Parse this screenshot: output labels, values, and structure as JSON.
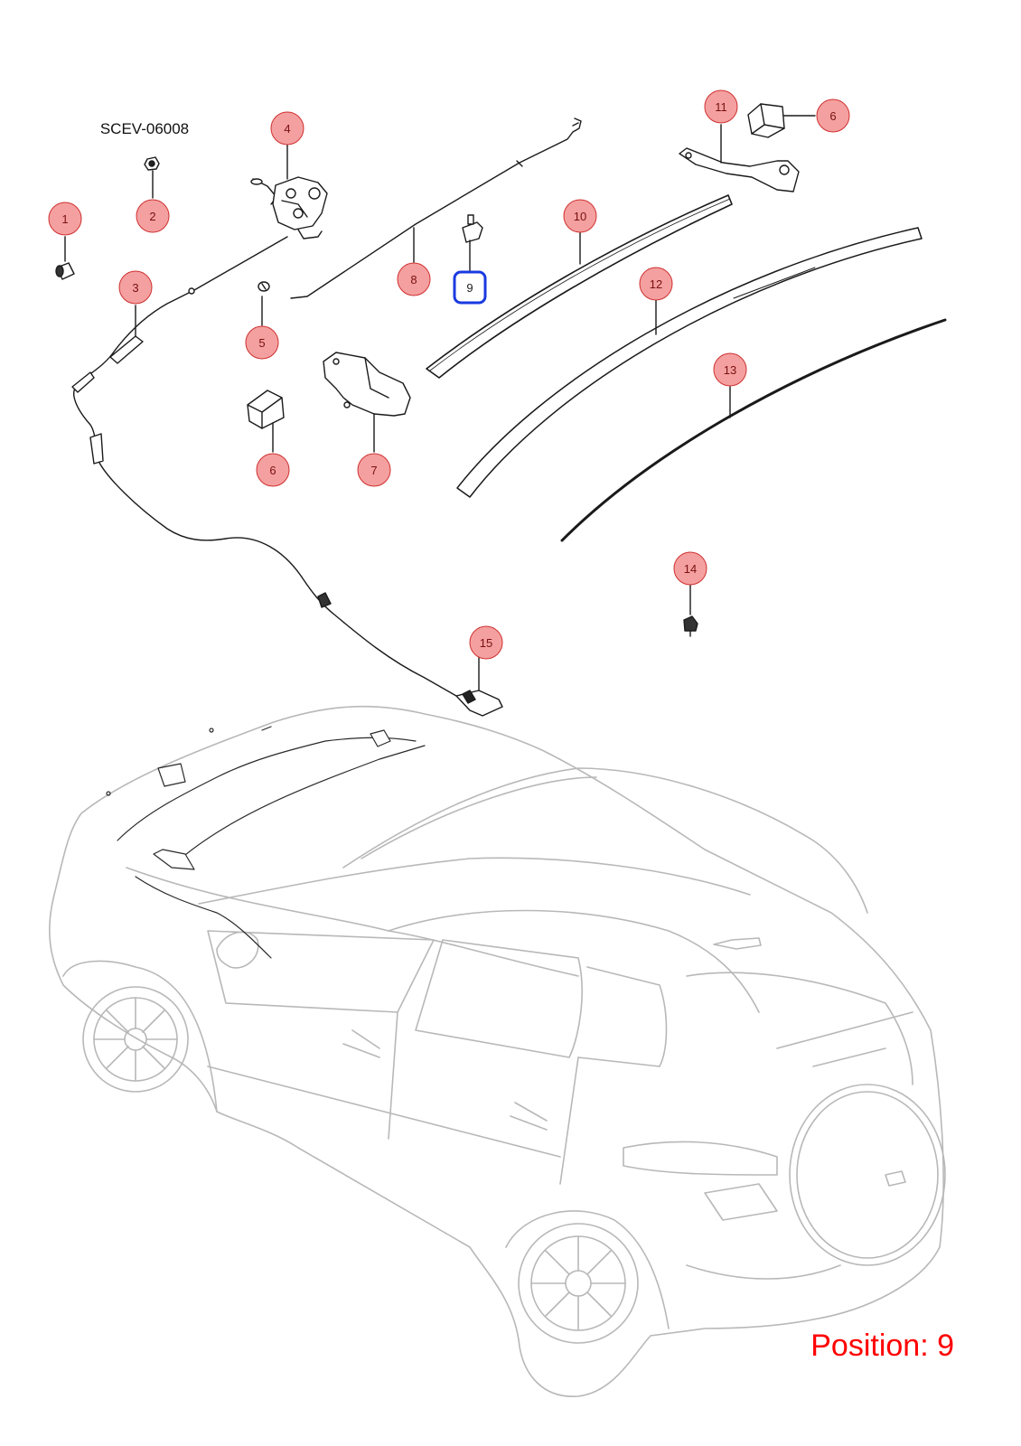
{
  "drawing_code": "SCEV-06008",
  "position_label": "Position: 9",
  "selected_position": "9",
  "colors": {
    "callout_fill": "#f4a0a0",
    "callout_stroke": "#d03030",
    "selected_stroke": "#1a3ae0",
    "position_text": "#ff0000",
    "part_line": "#1a1a1a",
    "vehicle_line": "#b8b8b8"
  },
  "callouts": [
    "1",
    "2",
    "3",
    "4",
    "5",
    "6",
    "6",
    "7",
    "8",
    "9",
    "10",
    "11",
    "12",
    "13",
    "14",
    "15"
  ]
}
